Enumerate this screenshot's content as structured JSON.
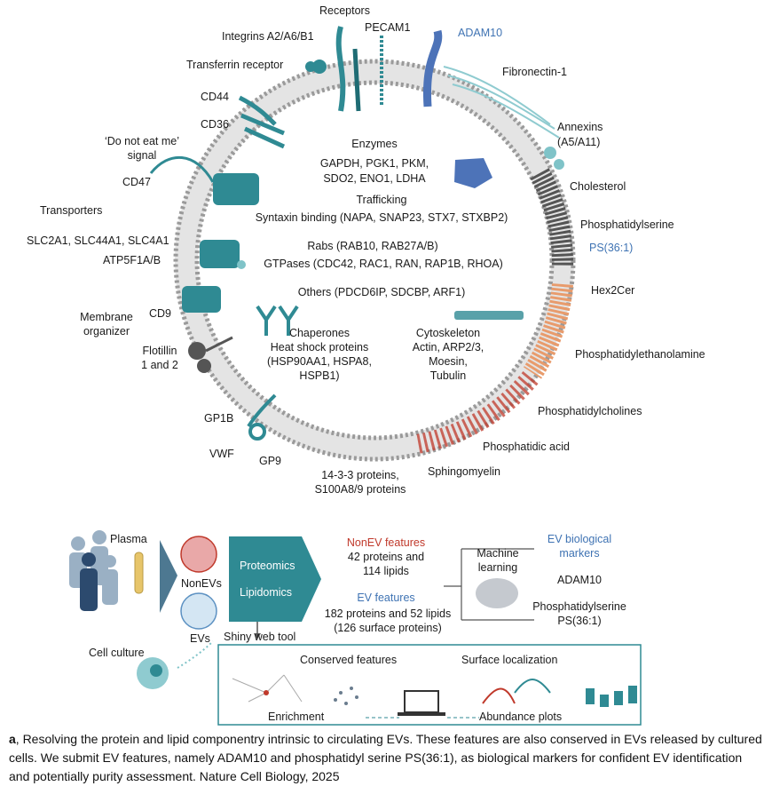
{
  "vesicle": {
    "left_labels": {
      "receptors": "Receptors",
      "integrins": "Integrins A2/A6/B1",
      "pecam1": "PECAM1",
      "transferrin": "Transferrin receptor",
      "cd44": "CD44",
      "cd36": "CD36",
      "dont_eat_1": "‘Do not eat me’",
      "dont_eat_2": "signal",
      "cd47": "CD47",
      "transporters": "Transporters",
      "slc": "SLC2A1, SLC44A1, SLC4A1",
      "atp5f1a": "ATP5F1A/B",
      "membrane_1": "Membrane",
      "membrane_2": "organizer",
      "cd9": "CD9",
      "flotillin_1": "Flotillin",
      "flotillin_2": "1 and 2",
      "gp1b": "GP1B",
      "vwf": "VWF",
      "gp9": "GP9",
      "proteins1433_1": "14-3-3 proteins,",
      "proteins1433_2": "S100A8/9 proteins"
    },
    "right_labels": {
      "adam10": "ADAM10",
      "fibronectin": "Fibronectin-1",
      "annexins_1": "Annexins",
      "annexins_2": "(A5/A11)",
      "cholesterol": "Cholesterol",
      "phosphatidylserine": "Phosphatidylserine",
      "ps361": "PS(36:1)",
      "hex2cer": "Hex2Cer",
      "phosphatidylethanolamine": "Phosphatidylethanolamine",
      "phosphatidylcholines": "Phosphatidylcholines",
      "phosphatidic_acid": "Phosphatidic acid",
      "sphingomyelin": "Sphingomyelin"
    },
    "inner": {
      "enzymes_title": "Enzymes",
      "enzymes_1": "GAPDH, PGK1, PKM,",
      "enzymes_2": "SDO2, ENO1, LDHA",
      "trafficking_title": "Trafficking",
      "trafficking_1": "Syntaxin binding (NAPA, SNAP23, STX7,  STXBP2)",
      "rabs": "Rabs (RAB10, RAB27A/B)",
      "gtpases": "GTPases (CDC42, RAC1, RAN, RAP1B, RHOA)",
      "others": "Others (PDCD6IP, SDCBP, ARF1)",
      "chaperones_1": "Chaperones",
      "chaperones_2": "Heat shock proteins",
      "chaperones_3": "(HSP90AA1, HSPA8,",
      "chaperones_4": "HSPB1)",
      "cyto_1": "Cytoskeleton",
      "cyto_2": "Actin, ARP2/3,",
      "cyto_3": "Moesin,",
      "cyto_4": "Tubulin"
    }
  },
  "workflow": {
    "plasma": "Plasma",
    "nonevs": "NonEVs",
    "evs": "EVs",
    "cell_culture": "Cell culture",
    "proteomics": "Proteomics",
    "lipidomics": "Lipidomics",
    "shiny": "Shiny web tool",
    "nonev_title": "NonEV features",
    "nonev_1": "42 proteins and",
    "nonev_2": "114 lipids",
    "ev_title": "EV features",
    "ev_1": "182 proteins and 52 lipids",
    "ev_2": "(126 surface proteins)",
    "ml_1": "Machine",
    "ml_2": "learning",
    "markers_1": "EV biological",
    "markers_2": "markers",
    "adam10": "ADAM10",
    "ps_1": "Phosphatidylserine",
    "ps_2": "PS(36:1)",
    "conserved": "Conserved features",
    "surface": "Surface localization",
    "enrichment": "Enrichment",
    "abundance": "Abundance plots"
  },
  "caption": {
    "lead": "a",
    "text": ", Resolving the protein and lipid componentry intrinsic to circulating EVs. These features are also conserved in EVs released by cultured cells. We submit EV features, namely ADAM10 and phosphatidyl serine PS(36:1), as biological markers for confident EV identification and potentially purity assessment. Nature Cell Biology, 2025"
  },
  "colors": {
    "teal": "#2f8a93",
    "teal_light": "#7fc3c8",
    "blue": "#3f73b3",
    "red": "#c0392b",
    "membrane": "#c8c8c8",
    "orange": "#e07a45"
  }
}
